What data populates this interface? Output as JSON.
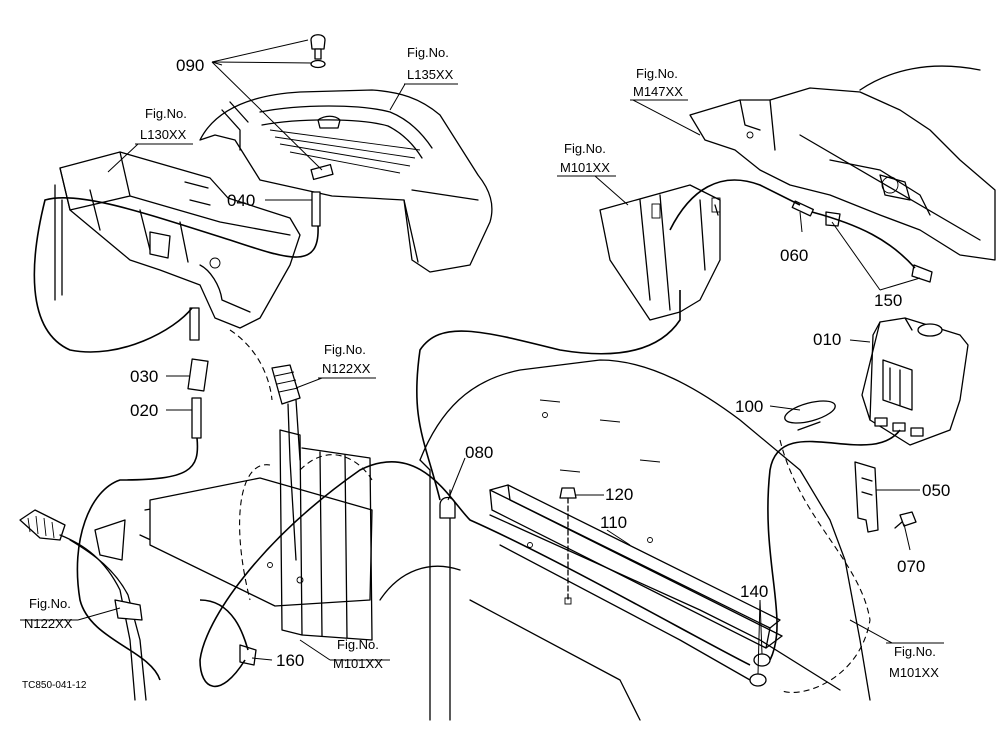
{
  "drawing_id": "TC850-041-12",
  "fig_label": "Fig.No.",
  "parts": {
    "p010": "010",
    "p020": "020",
    "p030": "030",
    "p040": "040",
    "p050": "050",
    "p060": "060",
    "p070": "070",
    "p080": "080",
    "p090": "090",
    "p100": "100",
    "p110": "110",
    "p120": "120",
    "p140": "140",
    "p150": "150",
    "p160": "160"
  },
  "figure_refs": {
    "fender": "L135XX",
    "rops_frame": "L130XX",
    "dash_frame": "M147XX",
    "frame_upper": "M101XX",
    "pedal_mid": "N122XX",
    "pedal_left": "N122XX",
    "frame_lower_mid": "M101XX",
    "frame_lower_right": "M101XX"
  }
}
